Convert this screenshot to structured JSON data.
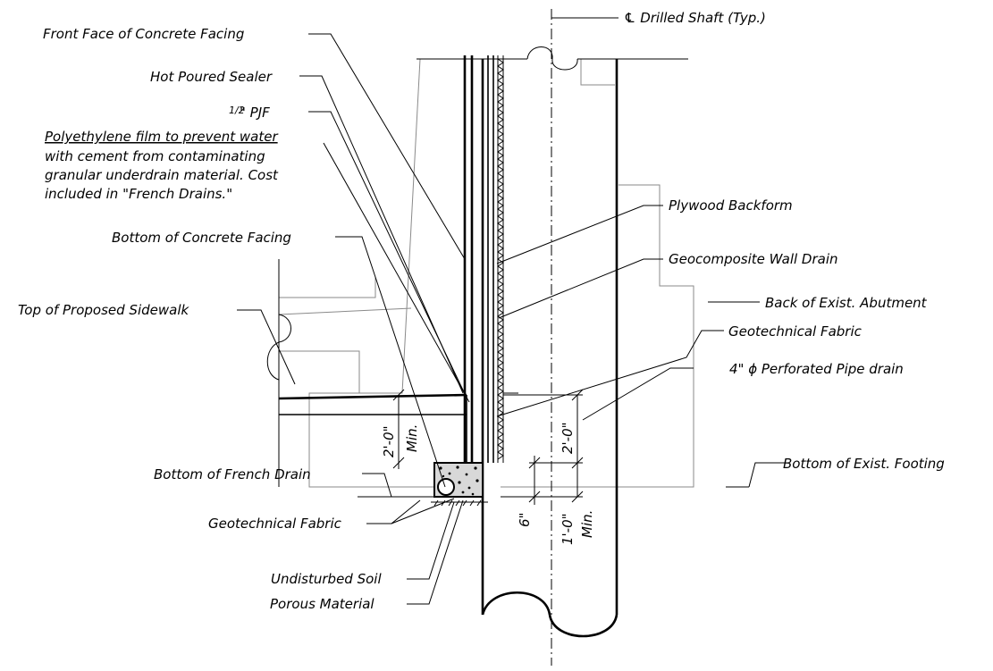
{
  "labels": {
    "cl_drilled_shaft": "℄ Drilled Shaft (Typ.)",
    "front_face": "Front Face of Concrete Facing",
    "hot_poured_sealer": "Hot Poured Sealer",
    "pjf_frac": "1/2",
    "pjf": "\" PJF",
    "poly_line1": "Polyethylene film to prevent water",
    "poly_line2": "with cement from contaminating",
    "poly_line3": "granular underdrain material. Cost",
    "poly_line4": "included in \"French Drains.\"",
    "bottom_facing": "Bottom of Concrete Facing",
    "top_sidewalk": "Top of Proposed Sidewalk",
    "plywood": "Plywood Backform",
    "geocomposite": "Geocomposite Wall Drain",
    "back_abutment": "Back of Exist. Abutment",
    "geotech_fabric_right": "Geotechnical Fabric",
    "pipe_drain": "4\" ϕ Perforated Pipe drain",
    "bottom_french_drain": "Bottom of French Drain",
    "bottom_footing": "Bottom of Exist. Footing",
    "geotech_fabric_left": "Geotechnical Fabric",
    "undisturbed_soil": "Undisturbed Soil",
    "porous_material": "Porous Material"
  },
  "dimensions": {
    "left_2ft": "2'-0\"",
    "left_min": "Min.",
    "right_2ft": "2'-0\"",
    "six_in": "6\"",
    "one_ft": "1'-0\"",
    "one_ft_min": "Min."
  }
}
